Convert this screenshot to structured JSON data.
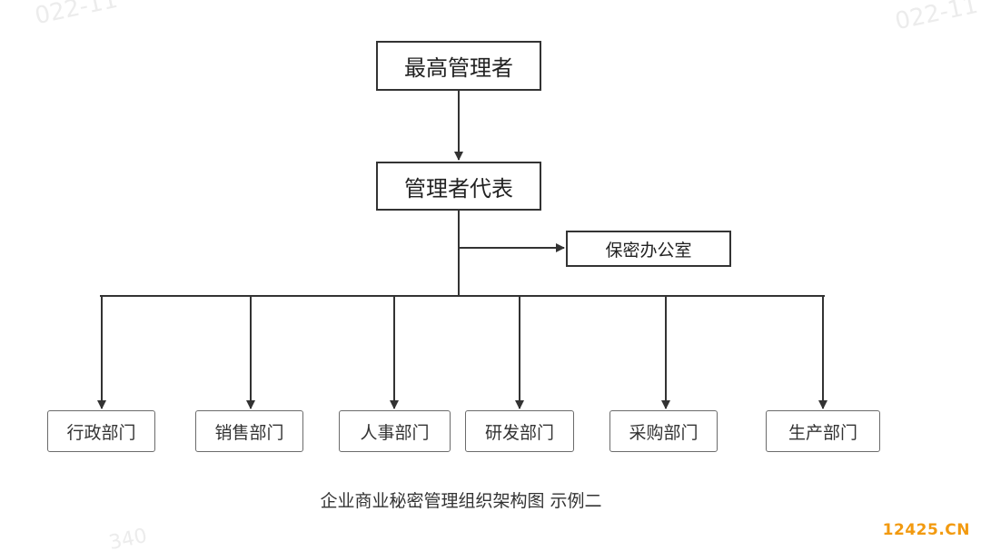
{
  "diagram": {
    "title": "企业商业秘密管理组织架构图 示例二",
    "nodes": {
      "top_manager": "最高管理者",
      "manager_rep": "管理者代表",
      "secret_office": "保密办公室"
    },
    "departments": [
      "行政部门",
      "销售部门",
      "人事部门",
      "研发部门",
      "采购部门",
      "生产部门"
    ],
    "edges": [
      {
        "from": "最高管理者",
        "to": "管理者代表"
      },
      {
        "from": "管理者代表",
        "to": "保密办公室"
      },
      {
        "from": "管理者代表",
        "to": "行政部门"
      },
      {
        "from": "管理者代表",
        "to": "销售部门"
      },
      {
        "from": "管理者代表",
        "to": "人事部门"
      },
      {
        "from": "管理者代表",
        "to": "研发部门"
      },
      {
        "from": "管理者代表",
        "to": "采购部门"
      },
      {
        "from": "管理者代表",
        "to": "生产部门"
      }
    ],
    "line_color": "#333333"
  },
  "watermark": {
    "top_left": "022-11",
    "top_right": "022-11",
    "bottom": "340"
  },
  "logo": {
    "number": "12425",
    "suffix": ".CN",
    "color": "#f29a10"
  }
}
